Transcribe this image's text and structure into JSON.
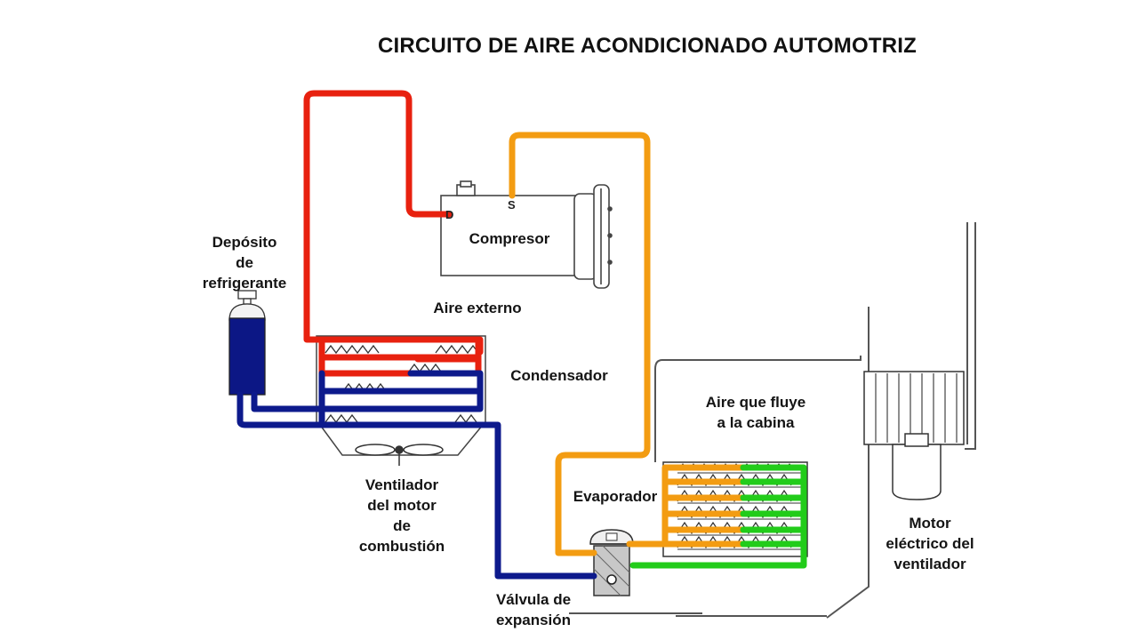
{
  "title": "CIRCUITO DE AIRE ACONDICIONADO AUTOMOTRIZ",
  "labels": {
    "deposito": [
      "Depósito",
      "de",
      "refrigerante"
    ],
    "compresor": "Compresor",
    "aire_externo": "Aire externo",
    "condensador": "Condensador",
    "aire_cabina": [
      "Aire que fluye",
      "a la cabina"
    ],
    "evaporador": "Evaporador",
    "ventilador": [
      "Ventilador",
      "del motor",
      "de",
      "combustión"
    ],
    "valvula": [
      "Válvula de",
      "expansión"
    ],
    "motor": [
      "Motor",
      "eléctrico del",
      "ventilador"
    ]
  },
  "ports": {
    "discharge": "D",
    "suction": "S"
  },
  "colors": {
    "high_pressure_gas": "#e8210f",
    "high_pressure_liquid": "#0d1a8c",
    "low_pressure_liquid": "#f39c12",
    "low_pressure_gas": "#22cc1a",
    "outline": "#333333"
  }
}
